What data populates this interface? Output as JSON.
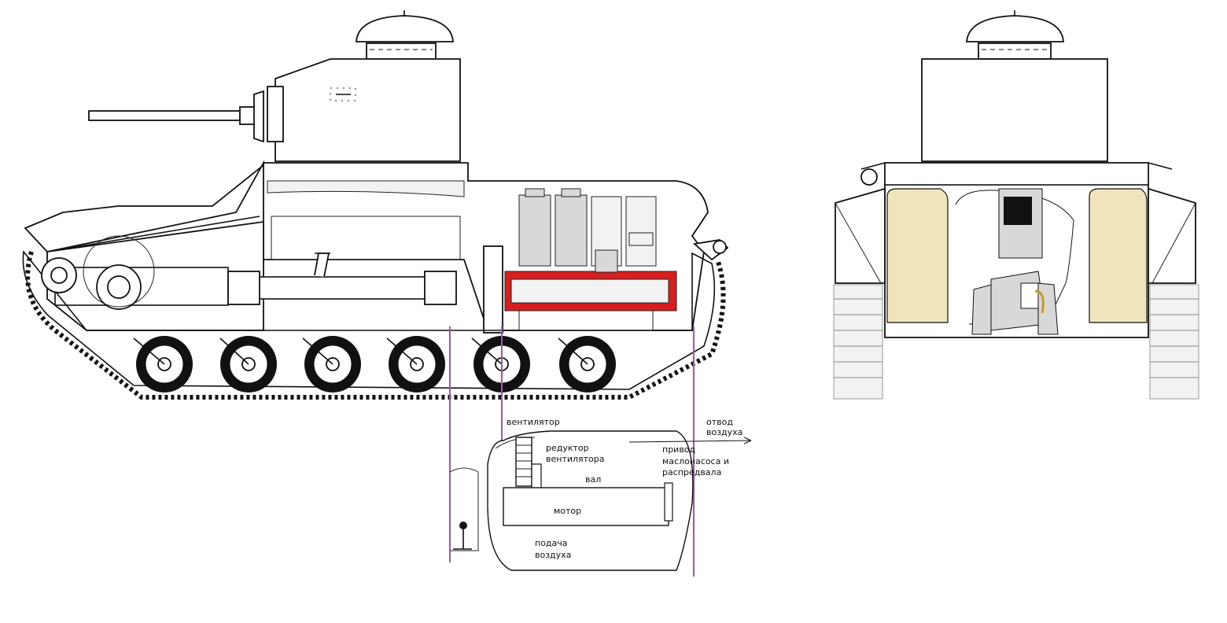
{
  "colors": {
    "line": "#111111",
    "tank_fill": "#ffffff",
    "hull_panel": "#f2f2f2",
    "engine_red": "#d81f1f",
    "fuel_tank": "#efe4bb",
    "section_line": "#a05ab4",
    "engine_grey": "#d8d8d8",
    "turbine_black": "#111111"
  },
  "labels": {
    "fan": "вентилятор",
    "fan_reducer_line1": "редуктор",
    "fan_reducer_line2": "вентилятора",
    "shaft": "вал",
    "motor": "мотор",
    "air_supply_line1": "подача",
    "air_supply_line2": "воздуха",
    "air_exhaust_line1": "отвод",
    "air_exhaust_line2": "воздуха",
    "drive_line1": "привод",
    "drive_line2": "маслонасоса и",
    "drive_line3": "распредвала"
  }
}
